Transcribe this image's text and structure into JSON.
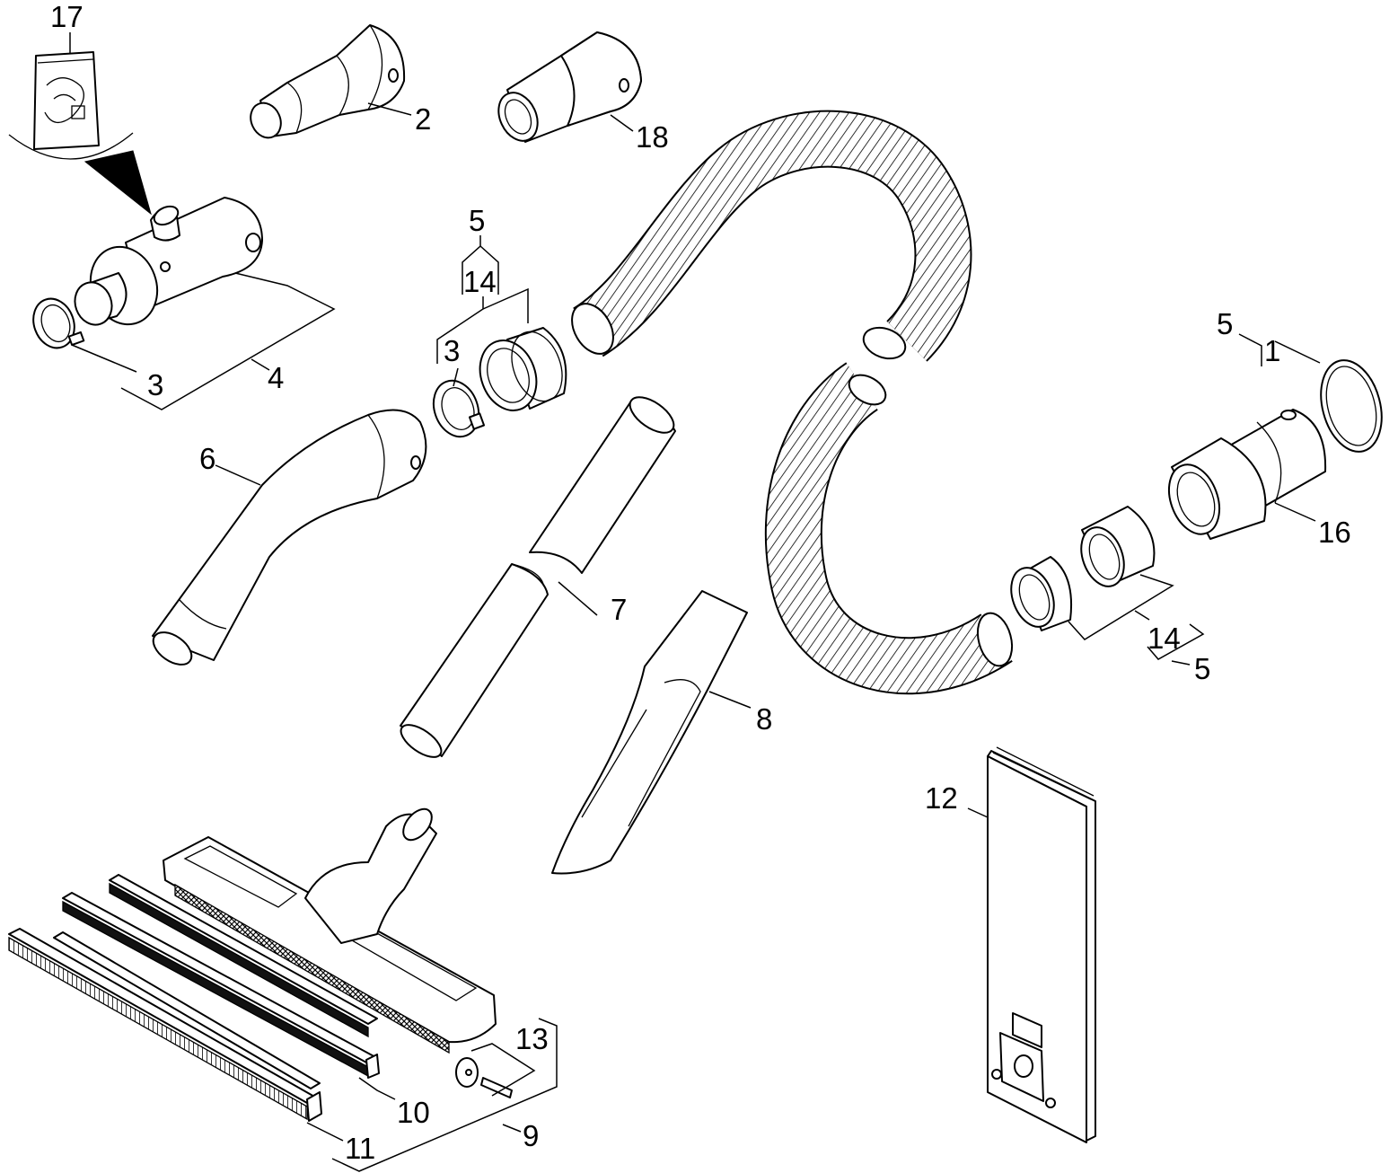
{
  "labels": {
    "p1": "1",
    "p2": "2",
    "p3a": "3",
    "p3b": "3",
    "p4": "4",
    "p5a": "5",
    "p5b": "5",
    "p5c": "5",
    "p6": "6",
    "p7": "7",
    "p8": "8",
    "p9": "9",
    "p10": "10",
    "p11": "11",
    "p12": "12",
    "p13": "13",
    "p14a": "14",
    "p14b": "14",
    "p16": "16",
    "p17": "17",
    "p18": "18"
  }
}
